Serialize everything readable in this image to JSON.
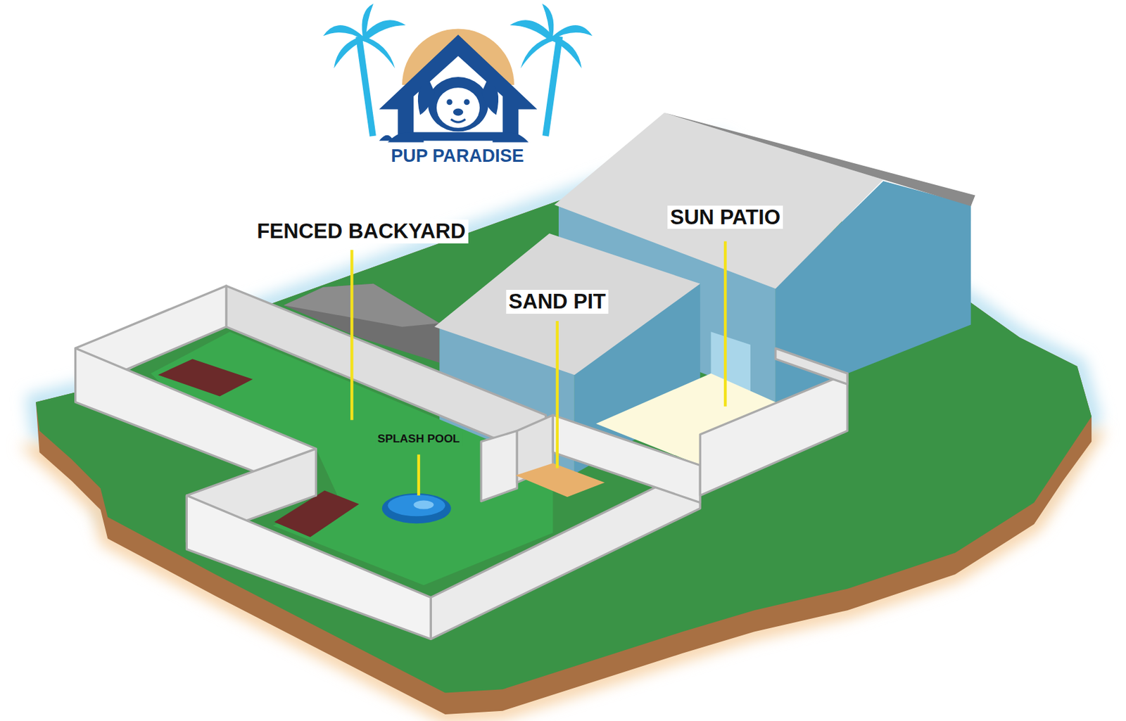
{
  "diagram": {
    "title": "PUP PARADISE",
    "labels": [
      "FENCED BACKYARD",
      "SUN PATIO",
      "SAND PIT",
      "SPLASH POOL"
    ]
  }
}
